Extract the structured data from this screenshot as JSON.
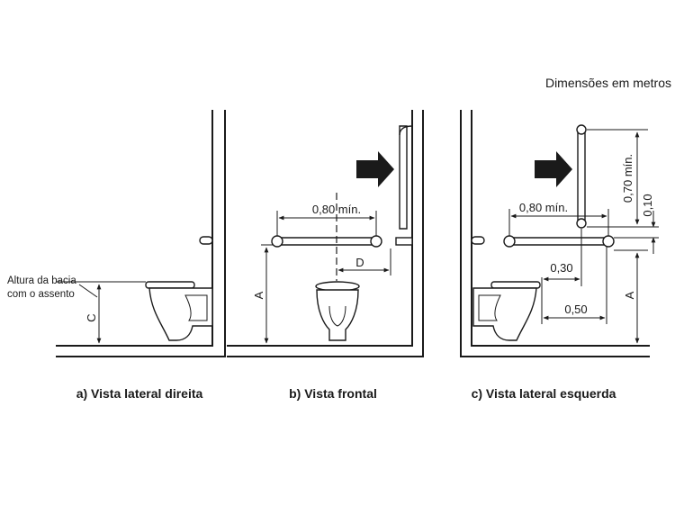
{
  "units_note": "Dimensões em metros",
  "panel_a": {
    "caption": "a) Vista lateral direita",
    "bowl_note_line1": "Altura da bacia",
    "bowl_note_line2": "com o assento",
    "dim_c": "C"
  },
  "panel_b": {
    "caption": "b) Vista frontal",
    "dim_bar_length": "0,80 mín.",
    "dim_d": "D",
    "dim_a": "A"
  },
  "panel_c": {
    "caption": "c) Vista lateral esquerda",
    "dim_bar_length": "0,80 mín.",
    "dim_vertical_bar": "0,70 mín.",
    "dim_offset": "0,10",
    "dim_030": "0,30",
    "dim_050": "0,50",
    "dim_a": "A"
  },
  "colors": {
    "ink": "#1a1a1a",
    "background": "#ffffff"
  }
}
